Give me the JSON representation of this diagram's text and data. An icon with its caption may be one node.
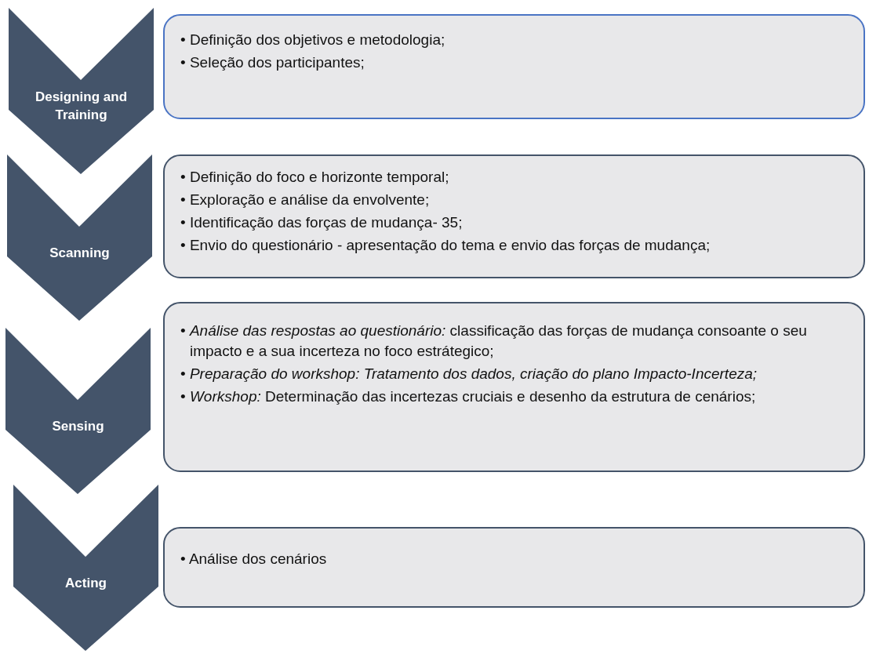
{
  "diagram": {
    "nodes": [
      {
        "text": [
          "Designing and Training"
        ]
      },
      {
        "text": [
          "• Definição dos objetivos e metodologia;",
          "• Seleção dos participantes;"
        ]
      },
      {
        "text": [
          "Scanning"
        ]
      },
      {
        "text": [
          "• Definição do foco e horizonte temporal;",
          "• Exploração e análise da envolvente;",
          "• Identificação das forças de mudança- 35;",
          "• Envio do questionário - apresentação do tema e envio das forças de mudança;"
        ]
      },
      {
        "text": [
          "Sensing"
        ]
      },
      {
        "text": [
          "• *Análise das respostas ao questionário:* classificação das forças de mudança consoante o seu impacto e a sua incerteza no foco estrátegico;",
          "• *Preparação do workshop: Tratamento dos dados, criação do plano Impacto-Incerteza;*",
          "• *Workshop:* Determinação das incertezas cruciais e desenho da estrutura de cenários;"
        ]
      },
      {
        "text": [
          "Acting"
        ]
      },
      {
        "text": [
          "• Análise dos cenários"
        ]
      }
    ]
  }
}
